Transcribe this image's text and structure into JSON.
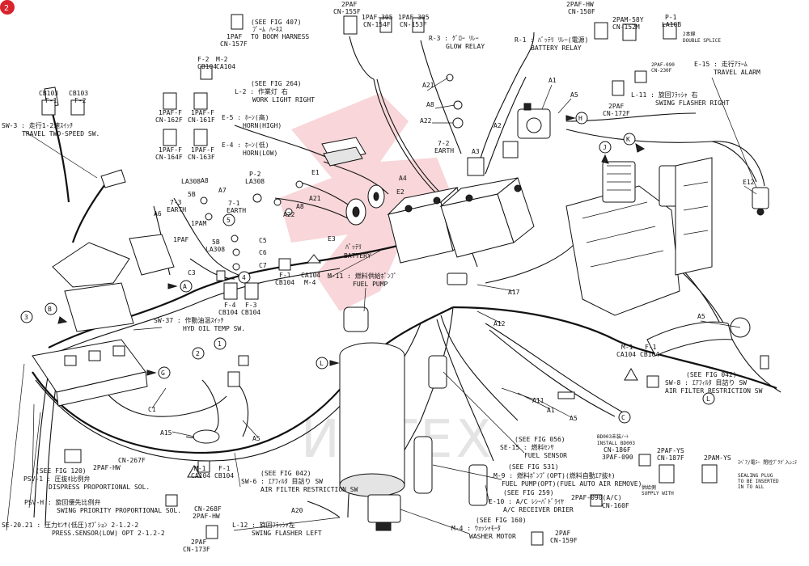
{
  "page_badge": "2",
  "watermark_text": "ИНТЕХ",
  "labels": {
    "boom_ref": "(SEE FIG 407)",
    "boom_jp": "ﾌﾞｰﾑ ﾊｰﾈｽ",
    "boom_en": "TO BOOM HARNESS",
    "con_1paf_157f_a": "1PAF",
    "con_1paf_157f_b": "CN-157F",
    "con_2paf_155f_a": "2PAF",
    "con_2paf_155f_b": "CN-155F",
    "con_1paf_305_154f_a": "1PAF-305",
    "con_1paf_305_154f_b": "CN-154F",
    "con_1paf_305_153f_a": "1PAF-305",
    "con_1paf_305_153f_b": "CN-153F",
    "r3_title": "R-3 : ｸﾞﾛｰ ﾘﾚｰ",
    "r3_en": "GLOW RELAY",
    "r1_title": "R-1 : ﾊﾞｯﾃﾘ ﾘﾚｰ(電源)",
    "r1_en": "BATTERY RELAY",
    "con_2paf_hw_a": "2PAF-HW",
    "con_2paf_hw_b": "CN-150F",
    "con_2pam_58y_a": "2PAM-58Y",
    "con_2pam_58y_b": "CN-152M",
    "p1_a": "P-1",
    "p1_b": "LA10B",
    "double_splice_jp": "2本線",
    "double_splice_en": "DOUBLE SPLICE",
    "con_2paf_090_a": "2PAF-090",
    "con_2paf_090_b": "CN-230F",
    "e15_title": "E-15 : 走行ｱﾗｰﾑ",
    "e15_en": "TRAVEL ALARM",
    "f2_m2_a": "F-2",
    "f2_m2_b": "M-2",
    "f2_m2_c": "CB104",
    "f2_m2_d": "CA104",
    "l2_ref": "(SEE FIG 264)",
    "l2_title": "L-2 : 作業灯 右",
    "l2_en": "WORK LIGHT RIGHT",
    "cb103_a": "CB103",
    "cb103_b": "CB103",
    "cb103_f1": "F-1",
    "cb103_f2": "F-2",
    "sw3_title": "SW-3 : 走行1-2速ｽｲｯﾁ",
    "sw3_en": "TRAVEL TWO-SPEED SW.",
    "con_1paf_f_162f_a": "1PAF-F",
    "con_1paf_f_162f_b": "CN-162F",
    "con_1paf_f_161f_a": "1PAF-F",
    "con_1paf_f_161f_b": "CN-161F",
    "con_1paf_f_164f_a": "1PAF-F",
    "con_1paf_f_164f_b": "CN-164F",
    "con_1paf_f_163f_a": "1PAF-F",
    "con_1paf_f_163f_b": "CN-163F",
    "e5_title": "E-5 : ﾎｰﾝ(高)",
    "e5_en": "HORN(HIGH)",
    "e4_title": "E-4 : ﾎｰﾝ(低)",
    "e4_en": "HORN(LOW)",
    "l11_title": "L-11 : 旋回ﾌﾗｯｼｬ 右",
    "l11_en": "SWING FLASHER RIGHT",
    "con_2paf_172f_a": "2PAF",
    "con_2paf_172f_b": "CN-172F",
    "a21_top": "A21",
    "a8_top": "A8",
    "a22_top": "A22",
    "a1_top": "A1",
    "a5_top": "A5",
    "a2": "A2",
    "a3": "A3",
    "a4": "A4",
    "earth_72": "7-2",
    "earth_72_en": "EARTH",
    "e1": "E1",
    "e2": "E2",
    "e3": "E3",
    "e12": "E12",
    "la308_a": "LA308",
    "la308_5b": "5B",
    "a6_left": "A6",
    "a8_left": "A8",
    "a7_left": "A7",
    "earth_73": "7-3",
    "earth_73_en": "EARTH",
    "p2_a": "P-2",
    "p2_b": "LA308",
    "a21_mid": "A21",
    "a8_mid": "A8",
    "a22_mid": "A22",
    "earth_71": "7-1",
    "earth_71_en": "EARTH",
    "c5": "C5",
    "c6": "C6",
    "c7": "C7",
    "c3": "C3",
    "onepam": "1PAM",
    "onepaf": "1PAF",
    "la308_5b2": "5B",
    "la308_c": "LA308",
    "battery_jp": "ﾊﾞｯﾃﾘ",
    "battery_en": "BATTERY",
    "f1_m4_a": "F-1",
    "f1_m4_b": "CB104",
    "f1_m4_c": "CA104",
    "f1_m4_d": "M-4",
    "m11_title": "M-11 : 燃料供給ﾎﾟﾝﾌﾟ",
    "m11_en": "FUEL PUMP",
    "f4f3_a": "F-4",
    "f4f3_b": "F-3",
    "f4f3_c": "CB104",
    "f4f3_d": "CB104",
    "a17": "A17",
    "a12": "A12",
    "sw37_title": "SW-37 : 作動油温ｽｲｯﾁ",
    "sw37_en": "HYD OIL TEMP SW.",
    "m1_f1_r_a": "M-1",
    "m1_f1_r_b": "F-1",
    "m1_f1_r_c": "CA104",
    "m1_f1_r_d": "CB104",
    "sw8_ref": "(SEE FIG 042)",
    "sw8_title": "SW-8 : ｴｱﾌｨﾙﾀ 目詰り SW",
    "sw8_en": "AIR FILTER RESTRICTION SW",
    "a5_right": "A5",
    "a11": "A11",
    "a1_low": "A1",
    "a5_low": "A5",
    "c1": "C1",
    "a15": "A15",
    "a5_mid": "A5",
    "psv1_ref": "(SEE FIG 120)",
    "psv1_title": "PSV-1 : 圧抜ｷ比例弁",
    "psv1_en": "DISPRESS PROPORTIONAL SOL.",
    "con_267f_a": "CN-267F",
    "con_267f_b": "2PAF-HW",
    "m1_f1_mid_a": "M-1",
    "m1_f1_mid_b": "F-1",
    "m1_f1_mid_c": "CA104",
    "m1_f1_mid_d": "CB104",
    "sw6_ref": "(SEE FIG 042)",
    "sw6_title": "SW-6 : ｴｱﾌｨﾙﾀ 目詰り SW",
    "sw6_en": "AIR FILTER RESTRICTION SW",
    "psvh_title": "PSV-H : 旋回優先比例弁",
    "psvh_en": "SWING PRIORITY PROPORTIONAL SOL.",
    "con_268f_a": "CN-268F",
    "con_268f_b": "2PAF-HW",
    "se20_title": "SE-20.21 : 圧力ｾﾝｻ(低圧)ｵﾌﾟｼｮﾝ 2-1.2-2",
    "se20_en": "PRESS.SENSOR(LOW) OPT 2-1.2-2",
    "a20": "A20",
    "l12_title": "L-12 : 旋回ﾌﾗｯｼｬ左",
    "l12_en": "SWING FLASHER LEFT",
    "con_173f_a": "2PAF",
    "con_173f_b": "CN-173F",
    "se15_ref": "(SEE FIG 056)",
    "se15_title": "SE-15 : 燃料ｾﾝｻ",
    "se15_en": "FUEL SENSOR",
    "bd_a": "BD003未装ﾉｰﾄ",
    "bd_b": "INSTALL BD003",
    "bd_c": "CN-186F",
    "bd_d": "3PAF-090",
    "m9_ref": "(SEE FIG 531)",
    "m9_title": "M-9 : 燃料ﾎﾟﾝﾌﾟ(OPT)(燃料自動ｴｱ抜ｷ)",
    "m9_en": "FUEL PUMP(OPT)(FUEL AUTO AIR REMOVE)",
    "e10_ref": "(SEE FIG 259)",
    "e10_title": "E-10 : A/C ﾚｼｰﾊﾞﾄﾞﾗｲﾔ",
    "e10_en": "A/C RECEIVER DRIER",
    "con_160f_a": "2PAF-090(A/C)",
    "con_160f_b": "CN-160F",
    "m4_ref": "(SEE FIG 160)",
    "m4_title": "M-4 : ｳｫｯｼｬﾓｰﾀ",
    "m4_en": "WASHER MOTOR",
    "con_159f_a": "2PAF",
    "con_159f_b": "CN-159F",
    "con_2paf_ys_a": "2PAF-YS",
    "con_2paf_ys_b": "CN-187F",
    "con_2pam_ys": "2PAM-YS",
    "supply_jp": "供給側",
    "supply_en": "SUPPLY WITH",
    "sealing_jp": "ｽﾍﾟｱ/電ﾃｰ 閉栓ﾌﾟﾗｸﾞ入ﾚﾆﾃ",
    "sealing_en1": "SEALING PLUG",
    "sealing_en2": "TO BE INSERTED",
    "sealing_en3": "IN TO ALL"
  },
  "callouts": {
    "A": "A",
    "B": "B",
    "G": "G",
    "H": "H",
    "J": "J",
    "K": "K",
    "L": "L",
    "C": "C",
    "n1": "1",
    "n2": "2",
    "n3": "3",
    "n4": "4",
    "n5": "5"
  }
}
